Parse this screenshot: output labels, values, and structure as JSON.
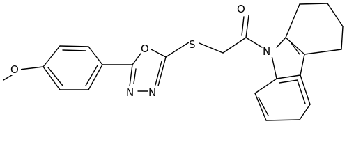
{
  "atoms": {
    "methoxy_o": "O",
    "oxadiazole_o": "O",
    "sulfur": "S",
    "carbonyl_o": "O",
    "carbazole_n": "N",
    "oxadiazole_n1": "N",
    "oxadiazole_n2": "N"
  }
}
